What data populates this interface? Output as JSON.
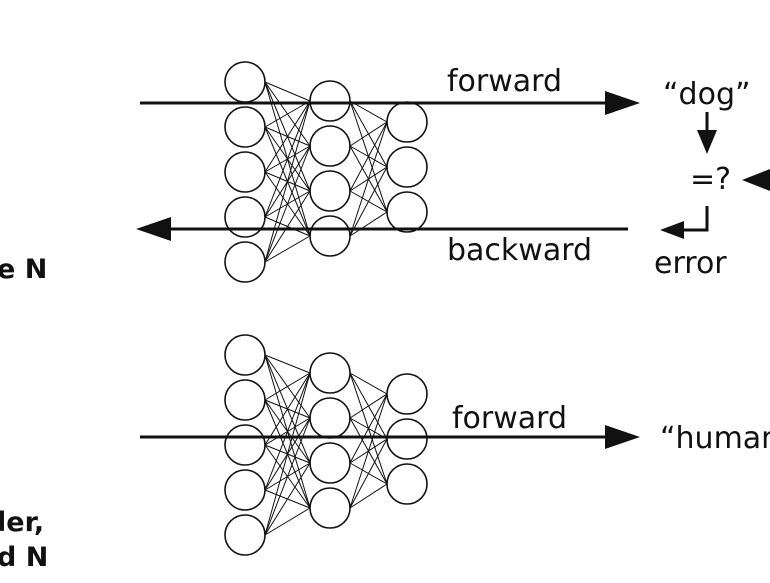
{
  "training": {
    "forward_label": "forward",
    "backward_label": "backward",
    "output_label": "“dog”",
    "compare_label": "=?",
    "error_label": "error",
    "side_text": "e N"
  },
  "inference": {
    "forward_label": "forward",
    "output_label": "“human",
    "side_text_line1": "ler,",
    "side_text_line2": "d N"
  },
  "network": {
    "layer_sizes": [
      5,
      4,
      3
    ]
  },
  "colors": {
    "stroke": "#111111",
    "node_fill": "#ffffff",
    "background": "#ffffff"
  }
}
